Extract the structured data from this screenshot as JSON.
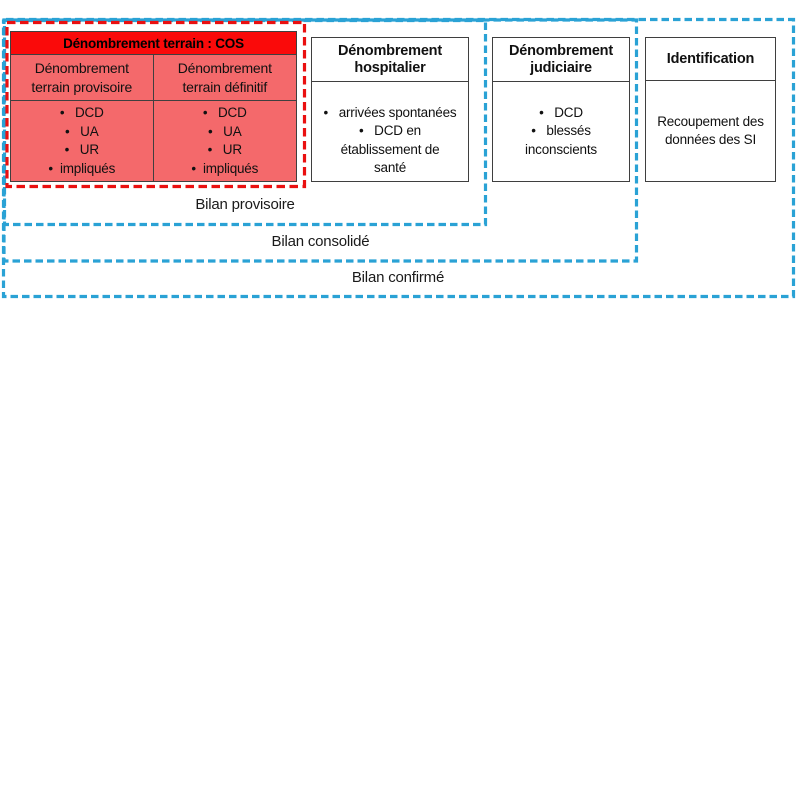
{
  "colors": {
    "blue_dash": "#2AA2D5",
    "red_dash": "#EA1010",
    "header_red": "#FA0A0A",
    "salmon": "#F4696B",
    "line": "#3F3F3F"
  },
  "terrain": {
    "title": "Dénombrement terrain : COS",
    "columns": [
      {
        "heading": "Dénombrement\nterrain provisoire",
        "items": [
          "•   DCD",
          "•   UA",
          "•   UR",
          "•  impliqués"
        ]
      },
      {
        "heading": "Dénombrement\nterrain définitif",
        "items": [
          "•   DCD",
          "•   UA",
          "•   UR",
          "•  impliqués"
        ]
      }
    ]
  },
  "hospitalier": {
    "title": "Dénombrement\nhospitalier",
    "items": [
      "•   arrivées spontanées",
      "•   DCD en\nétablissement de\nsanté"
    ]
  },
  "judiciaire": {
    "title": "Dénombrement\njudiciaire",
    "items": [
      "•   DCD",
      "•   blessés\ninconscients"
    ]
  },
  "identification": {
    "title": "Identification",
    "content": "Recoupement des\ndonnées des SI"
  },
  "bilans": {
    "provisoire": "Bilan provisoire",
    "consolide": "Bilan consolidé",
    "confirme": "Bilan confirmé"
  }
}
